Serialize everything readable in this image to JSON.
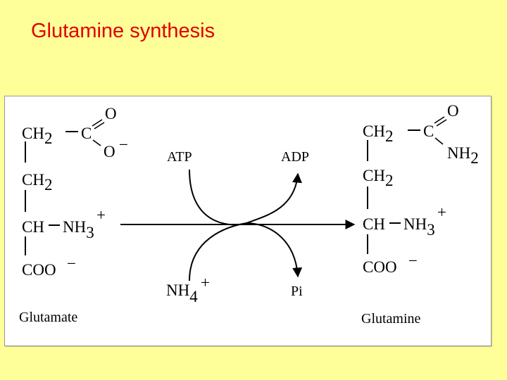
{
  "slide": {
    "title": "Glutamine synthesis"
  },
  "reactant": {
    "name": "Glutamate",
    "carboxyl_carbon": "C",
    "carbonyl_oxygen": "O",
    "anionic_oxygen": "O",
    "anionic_charge": "-",
    "ch2_top": "CH",
    "ch2_top_sub": "2",
    "ch2_mid": "CH",
    "ch2_mid_sub": "2",
    "alpha_c": "CH",
    "amino": "NH",
    "amino_sub": "3",
    "amino_charge": "+",
    "carboxylate": "COO",
    "carboxylate_charge": "-"
  },
  "product": {
    "name": "Glutamine",
    "amide_carbon": "C",
    "carbonyl_oxygen": "O",
    "amide_n": "NH",
    "amide_n_sub": "2",
    "ch2_top": "CH",
    "ch2_top_sub": "2",
    "ch2_mid": "CH",
    "ch2_mid_sub": "2",
    "alpha_c": "CH",
    "amino": "NH",
    "amino_sub": "3",
    "amino_charge": "+",
    "carboxylate": "COO",
    "carboxylate_charge": "-"
  },
  "cosubstrates": {
    "atp": "ATP",
    "adp": "ADP",
    "ammonium": "NH",
    "ammonium_sub": "4",
    "ammonium_charge": "+",
    "pi": "Pi"
  }
}
